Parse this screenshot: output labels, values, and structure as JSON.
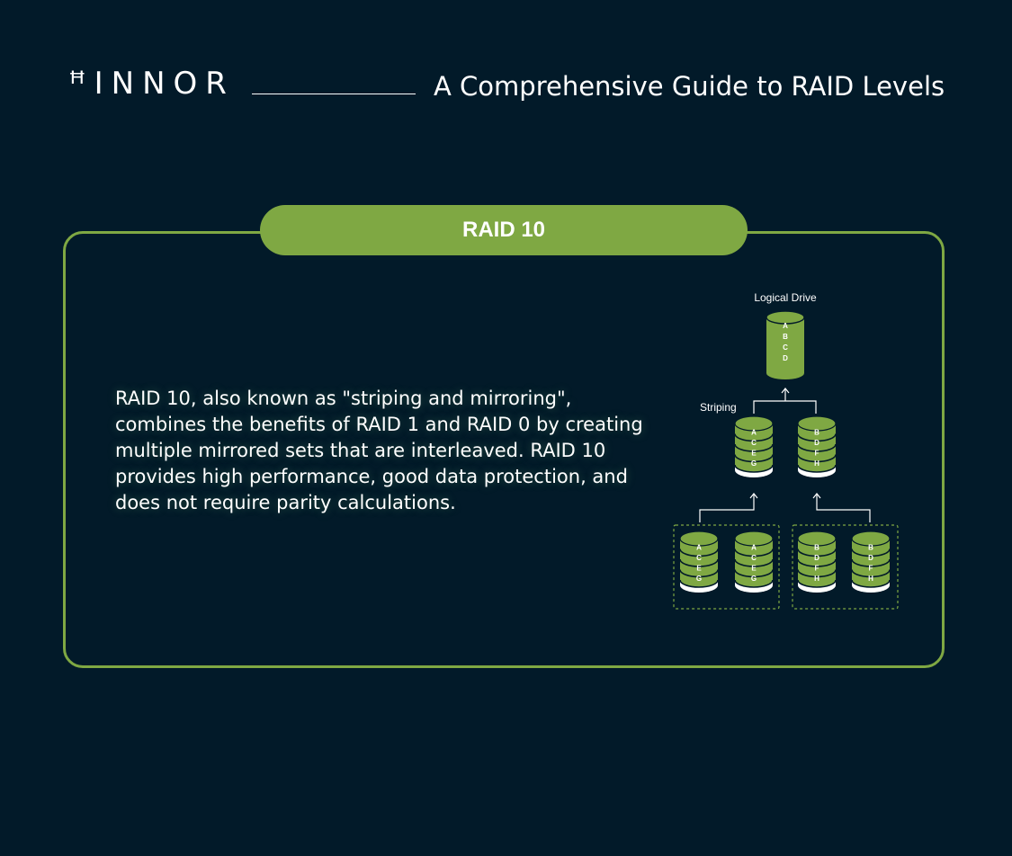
{
  "header": {
    "logo": "ꟸINNOR",
    "title": "A Comprehensive Guide to RAID Levels"
  },
  "card": {
    "heading": "RAID 10",
    "description": "RAID 10, also known as \"striping and mirroring\", combines the benefits of RAID 1 and RAID 0 by creating multiple mirrored sets that are interleaved. RAID 10 provides high performance, good data protection, and does not require parity calculations."
  },
  "diagram": {
    "logical_label": "Logical Drive",
    "striping_label": "Striping",
    "logical_blocks": [
      "A",
      "B",
      "C",
      "D"
    ],
    "stripe_left_blocks": [
      "A",
      "C",
      "E",
      "G"
    ],
    "stripe_right_blocks": [
      "B",
      "D",
      "F",
      "H"
    ],
    "colors": {
      "accent": "#7fa843",
      "background": "#021a29",
      "text": "#ffffff"
    }
  }
}
